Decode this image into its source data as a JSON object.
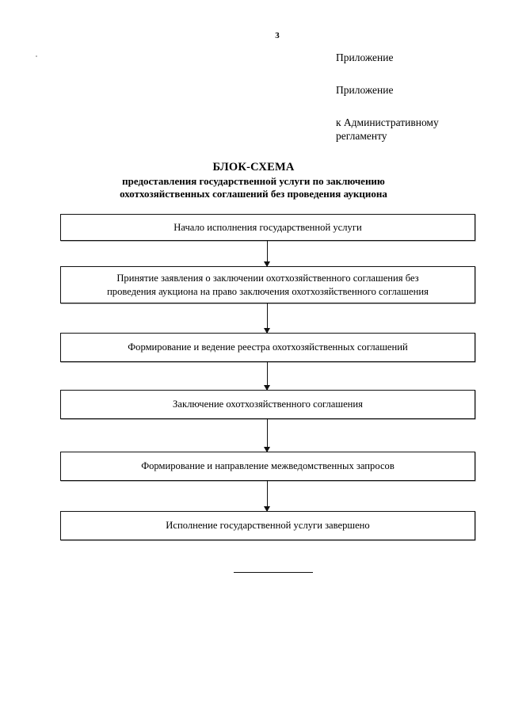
{
  "document": {
    "page_number": "3",
    "header_lines": [
      "Приложение",
      "Приложение",
      "к Административному\nрегламенту"
    ],
    "title": {
      "main": "БЛОК-СХЕМА",
      "sub_line_1": "предоставления государственной услуги по заключению",
      "sub_line_2": "охотхозяйственных соглашений без проведения аукциона"
    },
    "flowchart": {
      "nodes": [
        {
          "id": "start",
          "text": "Начало исполнения государственной услуги"
        },
        {
          "id": "application-intake",
          "text": "Принятие заявления о заключении охотхозяйственного соглашения без\nпроведения аукциона на право заключения охотхозяйственного соглашения"
        },
        {
          "id": "registry",
          "text": "Формирование и ведение реестра охотхозяйственных соглашений"
        },
        {
          "id": "conclusion",
          "text": "Заключение охотхозяйственного соглашения"
        },
        {
          "id": "interagency-requests",
          "text": "Формирование и направление межведомственных запросов"
        },
        {
          "id": "end",
          "text": "Исполнение государственной услуги завершено"
        }
      ]
    }
  },
  "colors": {
    "ink": "#111111",
    "paper": "#ffffff"
  }
}
